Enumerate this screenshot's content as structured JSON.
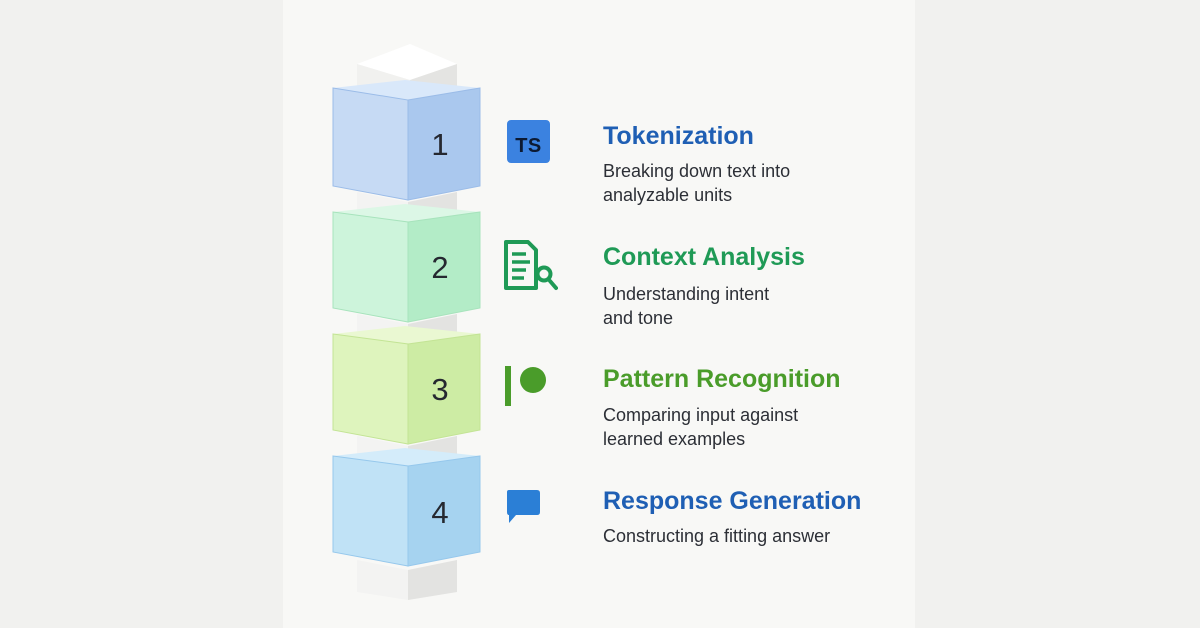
{
  "steps": [
    {
      "number": "1",
      "title": "Tokenization",
      "title_color": "#1f5fb4",
      "desc_line1": "Breaking down text into",
      "desc_line2": "analyzable units",
      "icon": "typescript-badge-icon",
      "icon_text": "TS",
      "block_color": "#c7dcf6"
    },
    {
      "number": "2",
      "title": "Context Analysis",
      "title_color": "#1f9a56",
      "desc_line1": "Understanding intent",
      "desc_line2": "and tone",
      "icon": "document-search-icon",
      "block_color": "#c7f1d6"
    },
    {
      "number": "3",
      "title": "Pattern Recognition",
      "title_color": "#4a9c2a",
      "desc_line1": "Comparing input against",
      "desc_line2": "learned examples",
      "icon": "patreon-icon",
      "block_color": "#dcf2b8"
    },
    {
      "number": "4",
      "title": "Response Generation",
      "title_color": "#1f5fb4",
      "desc_line1": "Constructing a fitting answer",
      "desc_line2": "",
      "icon": "chat-bubble-icon",
      "block_color": "#bfe1f6"
    }
  ]
}
